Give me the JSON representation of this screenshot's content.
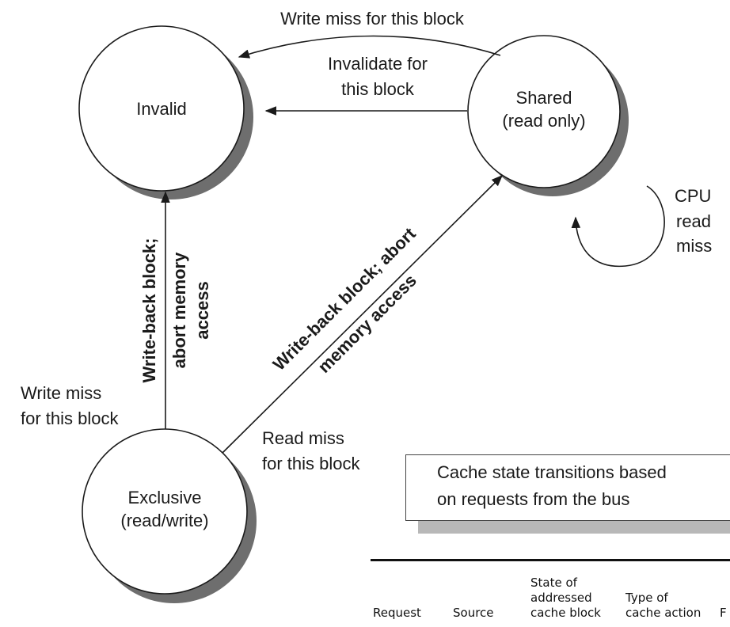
{
  "states": {
    "invalid": "Invalid",
    "shared": "Shared",
    "shared_sub": "(read only)",
    "exclusive": "Exclusive",
    "exclusive_sub": "(read/write)"
  },
  "transitions": {
    "shared_to_invalid_write_miss": "Write miss for this block",
    "shared_to_invalid_invalidate_1": "Invalidate for",
    "shared_to_invalid_invalidate_2": "this block",
    "shared_self_1": "CPU",
    "shared_self_2": "read",
    "shared_self_3": "miss",
    "exclusive_to_invalid_action_1": "Write-back block;",
    "exclusive_to_invalid_action_2": "abort memory",
    "exclusive_to_invalid_action_3": "access",
    "exclusive_to_invalid_trigger_1": "Write miss",
    "exclusive_to_invalid_trigger_2": "for this block",
    "exclusive_to_shared_action_1": "Write-back block; abort",
    "exclusive_to_shared_action_2": "memory access",
    "exclusive_to_shared_trigger_1": "Read miss",
    "exclusive_to_shared_trigger_2": "for this block"
  },
  "caption": {
    "line1": "Cache state transitions based",
    "line2": "on requests from the bus"
  },
  "table_header": {
    "request": "Request",
    "source": "Source",
    "state_1": "State of",
    "state_2": "addressed",
    "state_3": "cache block",
    "type_1": "Type of",
    "type_2": "cache action",
    "cut": "F"
  }
}
